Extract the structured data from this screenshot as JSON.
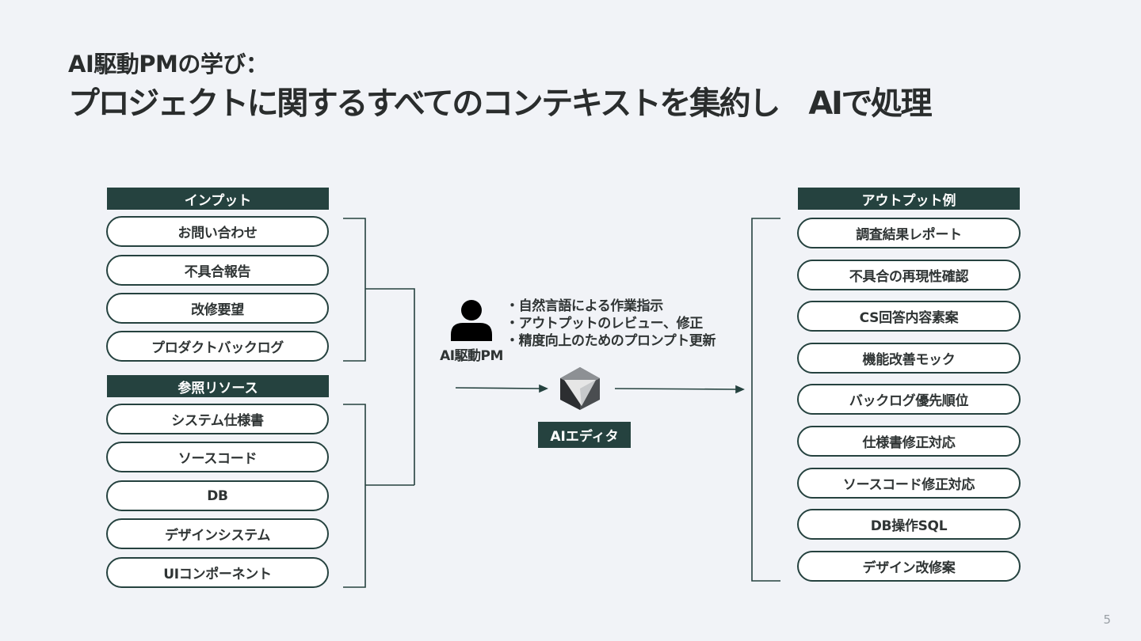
{
  "slide": {
    "title_line1": "AI駆動PMの学び：",
    "title_line2": "プロジェクトに関するすべてのコンテキストを集約し　AIで処理",
    "page_number": "5"
  },
  "input": {
    "header": "インプット",
    "items": [
      "お問い合わせ",
      "不具合報告",
      "改修要望",
      "プロダクトバックログ"
    ]
  },
  "reference": {
    "header": "参照リソース",
    "items": [
      "システム仕様書",
      "ソースコード",
      "DB",
      "デザインシステム",
      "UIコンポーネント"
    ]
  },
  "center": {
    "pm_label": "AI駆動PM",
    "pm_icon": "person-icon",
    "tasks": [
      "自然言語による作業指示",
      "アウトプットのレビュー、修正",
      "精度向上のためのプロンプト更新"
    ],
    "tool_label": "AIエディタ",
    "tool_icon": "cube-logo-icon"
  },
  "output": {
    "header": "アウトプット例",
    "items": [
      "調査結果レポート",
      "不具合の再現性確認",
      "CS回答内容素案",
      "機能改善モック",
      "バックログ優先順位",
      "仕様書修正対応",
      "ソースコード修正対応",
      "DB操作SQL",
      "デザイン改修案"
    ]
  },
  "colors": {
    "background": "#f1f3f7",
    "accent": "#25423f",
    "text": "#2f3434"
  }
}
